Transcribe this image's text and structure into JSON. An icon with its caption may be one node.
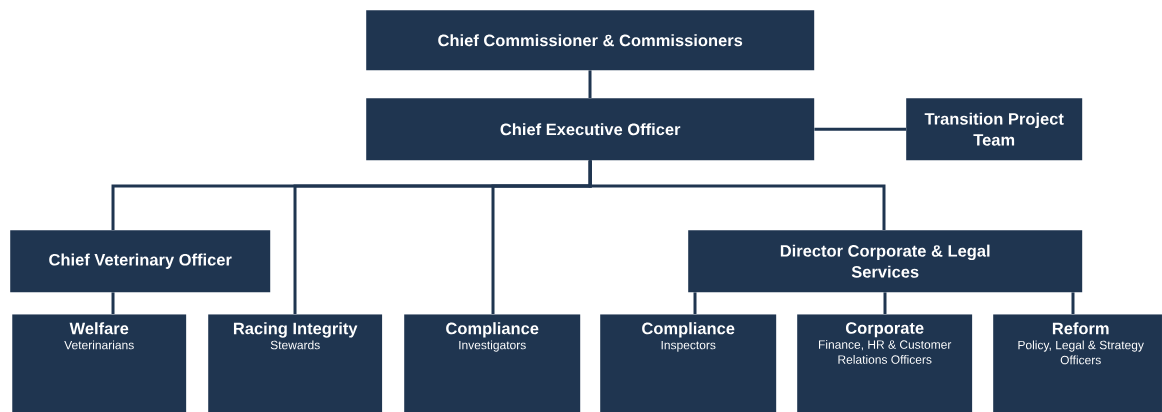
{
  "diagram": {
    "nodes": [
      {
        "text": [
          "Chief Commissioner & Commissioners"
        ]
      },
      {
        "text": [
          "Chief Executive Officer"
        ]
      },
      {
        "text": [
          "Transition Project Team"
        ]
      },
      {
        "text": [
          "Chief Veterinary Officer"
        ]
      },
      {
        "text": [
          "Director Corporate & Legal Services"
        ]
      },
      {
        "text": [
          "Welfare",
          "Veterinarians"
        ]
      },
      {
        "text": [
          "Racing Integrity",
          "Stewards"
        ]
      },
      {
        "text": [
          "Compliance",
          "Investigators"
        ]
      },
      {
        "text": [
          "Compliance",
          "Inspectors"
        ]
      },
      {
        "text": [
          "Corporate",
          "Finance, HR & Customer Relations Officers"
        ]
      },
      {
        "text": [
          "Reform",
          "Policy, Legal & Strategy Officers"
        ]
      }
    ],
    "edges": [
      {
        "from": 0,
        "to": 1,
        "arrow": "none"
      },
      {
        "from": 1,
        "to": 2,
        "arrow": "none"
      },
      {
        "from": 1,
        "to": 3,
        "arrow": "none"
      },
      {
        "from": 1,
        "to": 6,
        "arrow": "none"
      },
      {
        "from": 1,
        "to": 7,
        "arrow": "none"
      },
      {
        "from": 1,
        "to": 4,
        "arrow": "none"
      },
      {
        "from": 3,
        "to": 5,
        "arrow": "none"
      },
      {
        "from": 4,
        "to": 8,
        "arrow": "none"
      },
      {
        "from": 4,
        "to": 9,
        "arrow": "none"
      },
      {
        "from": 4,
        "to": 10,
        "arrow": "none"
      }
    ]
  }
}
